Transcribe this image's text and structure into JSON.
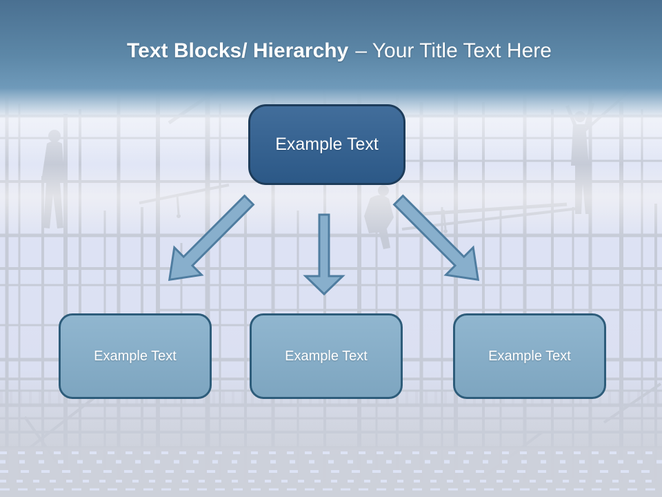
{
  "slide_title": {
    "bold": "Text Blocks/ Hierarchy",
    "regular": "– Your Title Text Here"
  },
  "diagram": {
    "root": {
      "label": "Example Text"
    },
    "children": [
      {
        "label": "Example Text"
      },
      {
        "label": "Example Text"
      },
      {
        "label": "Example Text"
      }
    ]
  },
  "background": {
    "image": "construction-scaffolding-silhouette"
  },
  "colors": {
    "header-top": "#4a7091",
    "header-mid": "#5d88a8",
    "header-low": "#6f9aba",
    "title-color": "#ffffff",
    "root-fill": "#2f5f91",
    "root-border": "#1d3c5a",
    "child-fill": "#84aeca",
    "child-border": "#2d5c7a",
    "arrow-fill": "#88afcc",
    "arrow-stroke": "#4f7da0",
    "scaffold-gray": "#c6cbd7",
    "bg-tint": "#dde2f4"
  }
}
